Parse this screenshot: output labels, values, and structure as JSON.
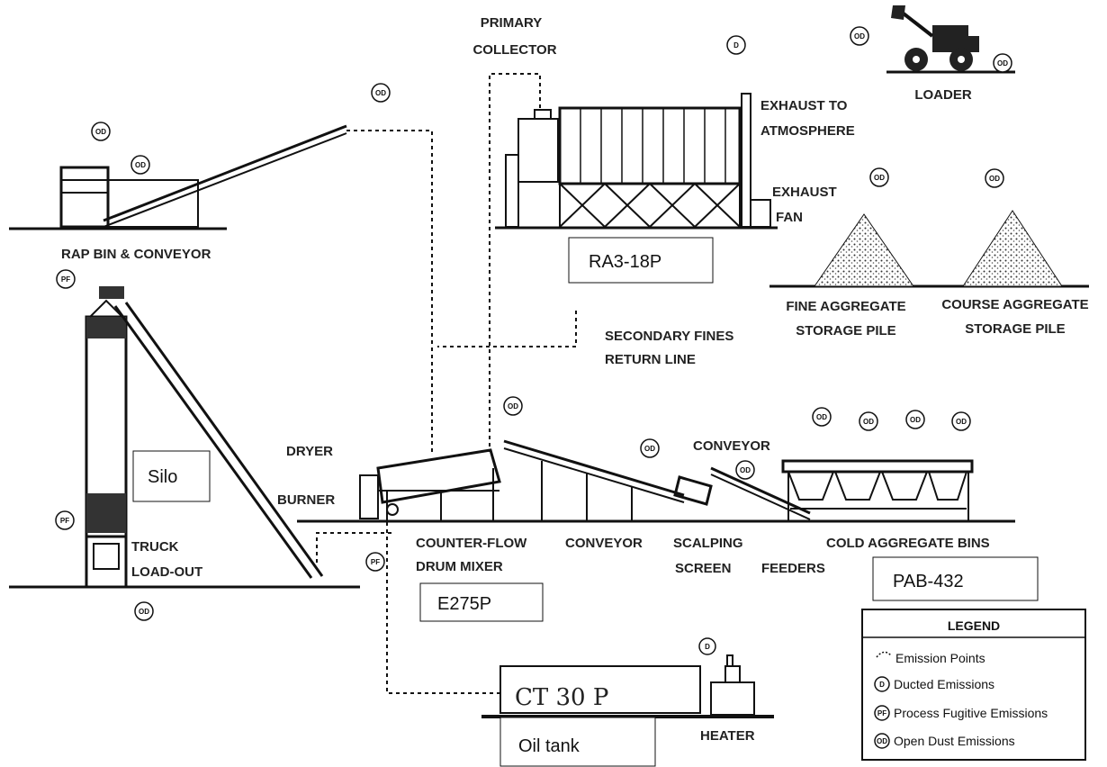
{
  "labels": {
    "primary_collector_1": "PRIMARY",
    "primary_collector_2": "COLLECTOR",
    "exhaust_atm_1": "EXHAUST TO",
    "exhaust_atm_2": "ATMOSPHERE",
    "exhaust_fan_1": "EXHAUST",
    "exhaust_fan_2": "FAN",
    "loader": "LOADER",
    "rap_bin": "RAP BIN & CONVEYOR",
    "fine_agg_1": "FINE AGGREGATE",
    "fine_agg_2": "STORAGE PILE",
    "course_agg_1": "COURSE AGGREGATE",
    "course_agg_2": "STORAGE PILE",
    "secondary_fines_1": "SECONDARY FINES",
    "secondary_fines_2": "RETURN LINE",
    "dryer_burner_1": "DRYER",
    "dryer_burner_2": "BURNER",
    "conveyor_top": "CONVEYOR",
    "truck_1": "TRUCK",
    "truck_2": "LOAD-OUT",
    "counterflow_1": "COUNTER-FLOW",
    "counterflow_2": "DRUM MIXER",
    "conveyor_mid": "CONVEYOR",
    "scalping_1": "SCALPING",
    "scalping_2": "SCREEN",
    "feeders": "FEEDERS",
    "cold_bins": "COLD AGGREGATE BINS",
    "heater": "HEATER"
  },
  "boxes": {
    "ra3": "RA3-18P",
    "silo": "Silo",
    "e275": "E275P",
    "pab": "PAB-432",
    "oil_tank": "Oil tank",
    "ct30p": "CT 30 P"
  },
  "legend": {
    "title": "LEGEND",
    "emission_points": "Emission Points",
    "ducted": "Ducted Emissions",
    "process_fugitive": "Process Fugitive Emissions",
    "open_dust": "Open Dust Emissions"
  },
  "marker_codes": {
    "ducted": "D",
    "process": "PF",
    "open": "OD"
  }
}
